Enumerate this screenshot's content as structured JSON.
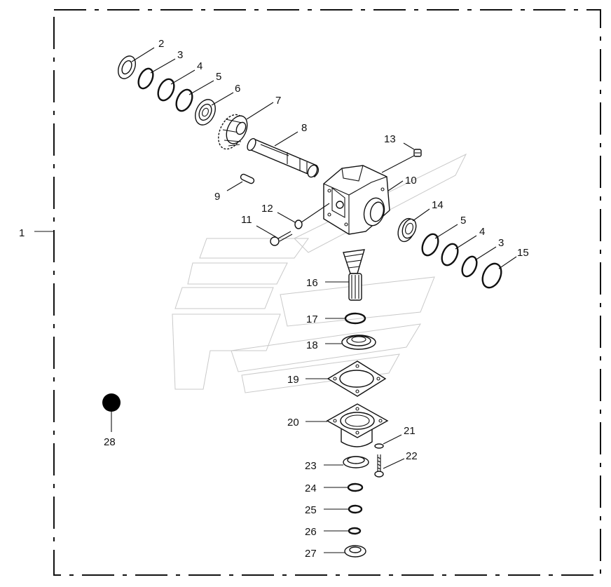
{
  "diagram": {
    "labels": {
      "l1": "1",
      "l2": "2",
      "l3a": "3",
      "l4a": "4",
      "l5a": "5",
      "l6": "6",
      "l7": "7",
      "l8": "8",
      "l9": "9",
      "l10": "10",
      "l11": "11",
      "l12": "12",
      "l13": "13",
      "l14": "14",
      "l5b": "5",
      "l4b": "4",
      "l3b": "3",
      "l15": "15",
      "l16": "16",
      "l17": "17",
      "l18": "18",
      "l19": "19",
      "l20": "20",
      "l21": "21",
      "l22": "22",
      "l23": "23",
      "l24": "24",
      "l25": "25",
      "l26": "26",
      "l27": "27",
      "l28": "28"
    }
  }
}
